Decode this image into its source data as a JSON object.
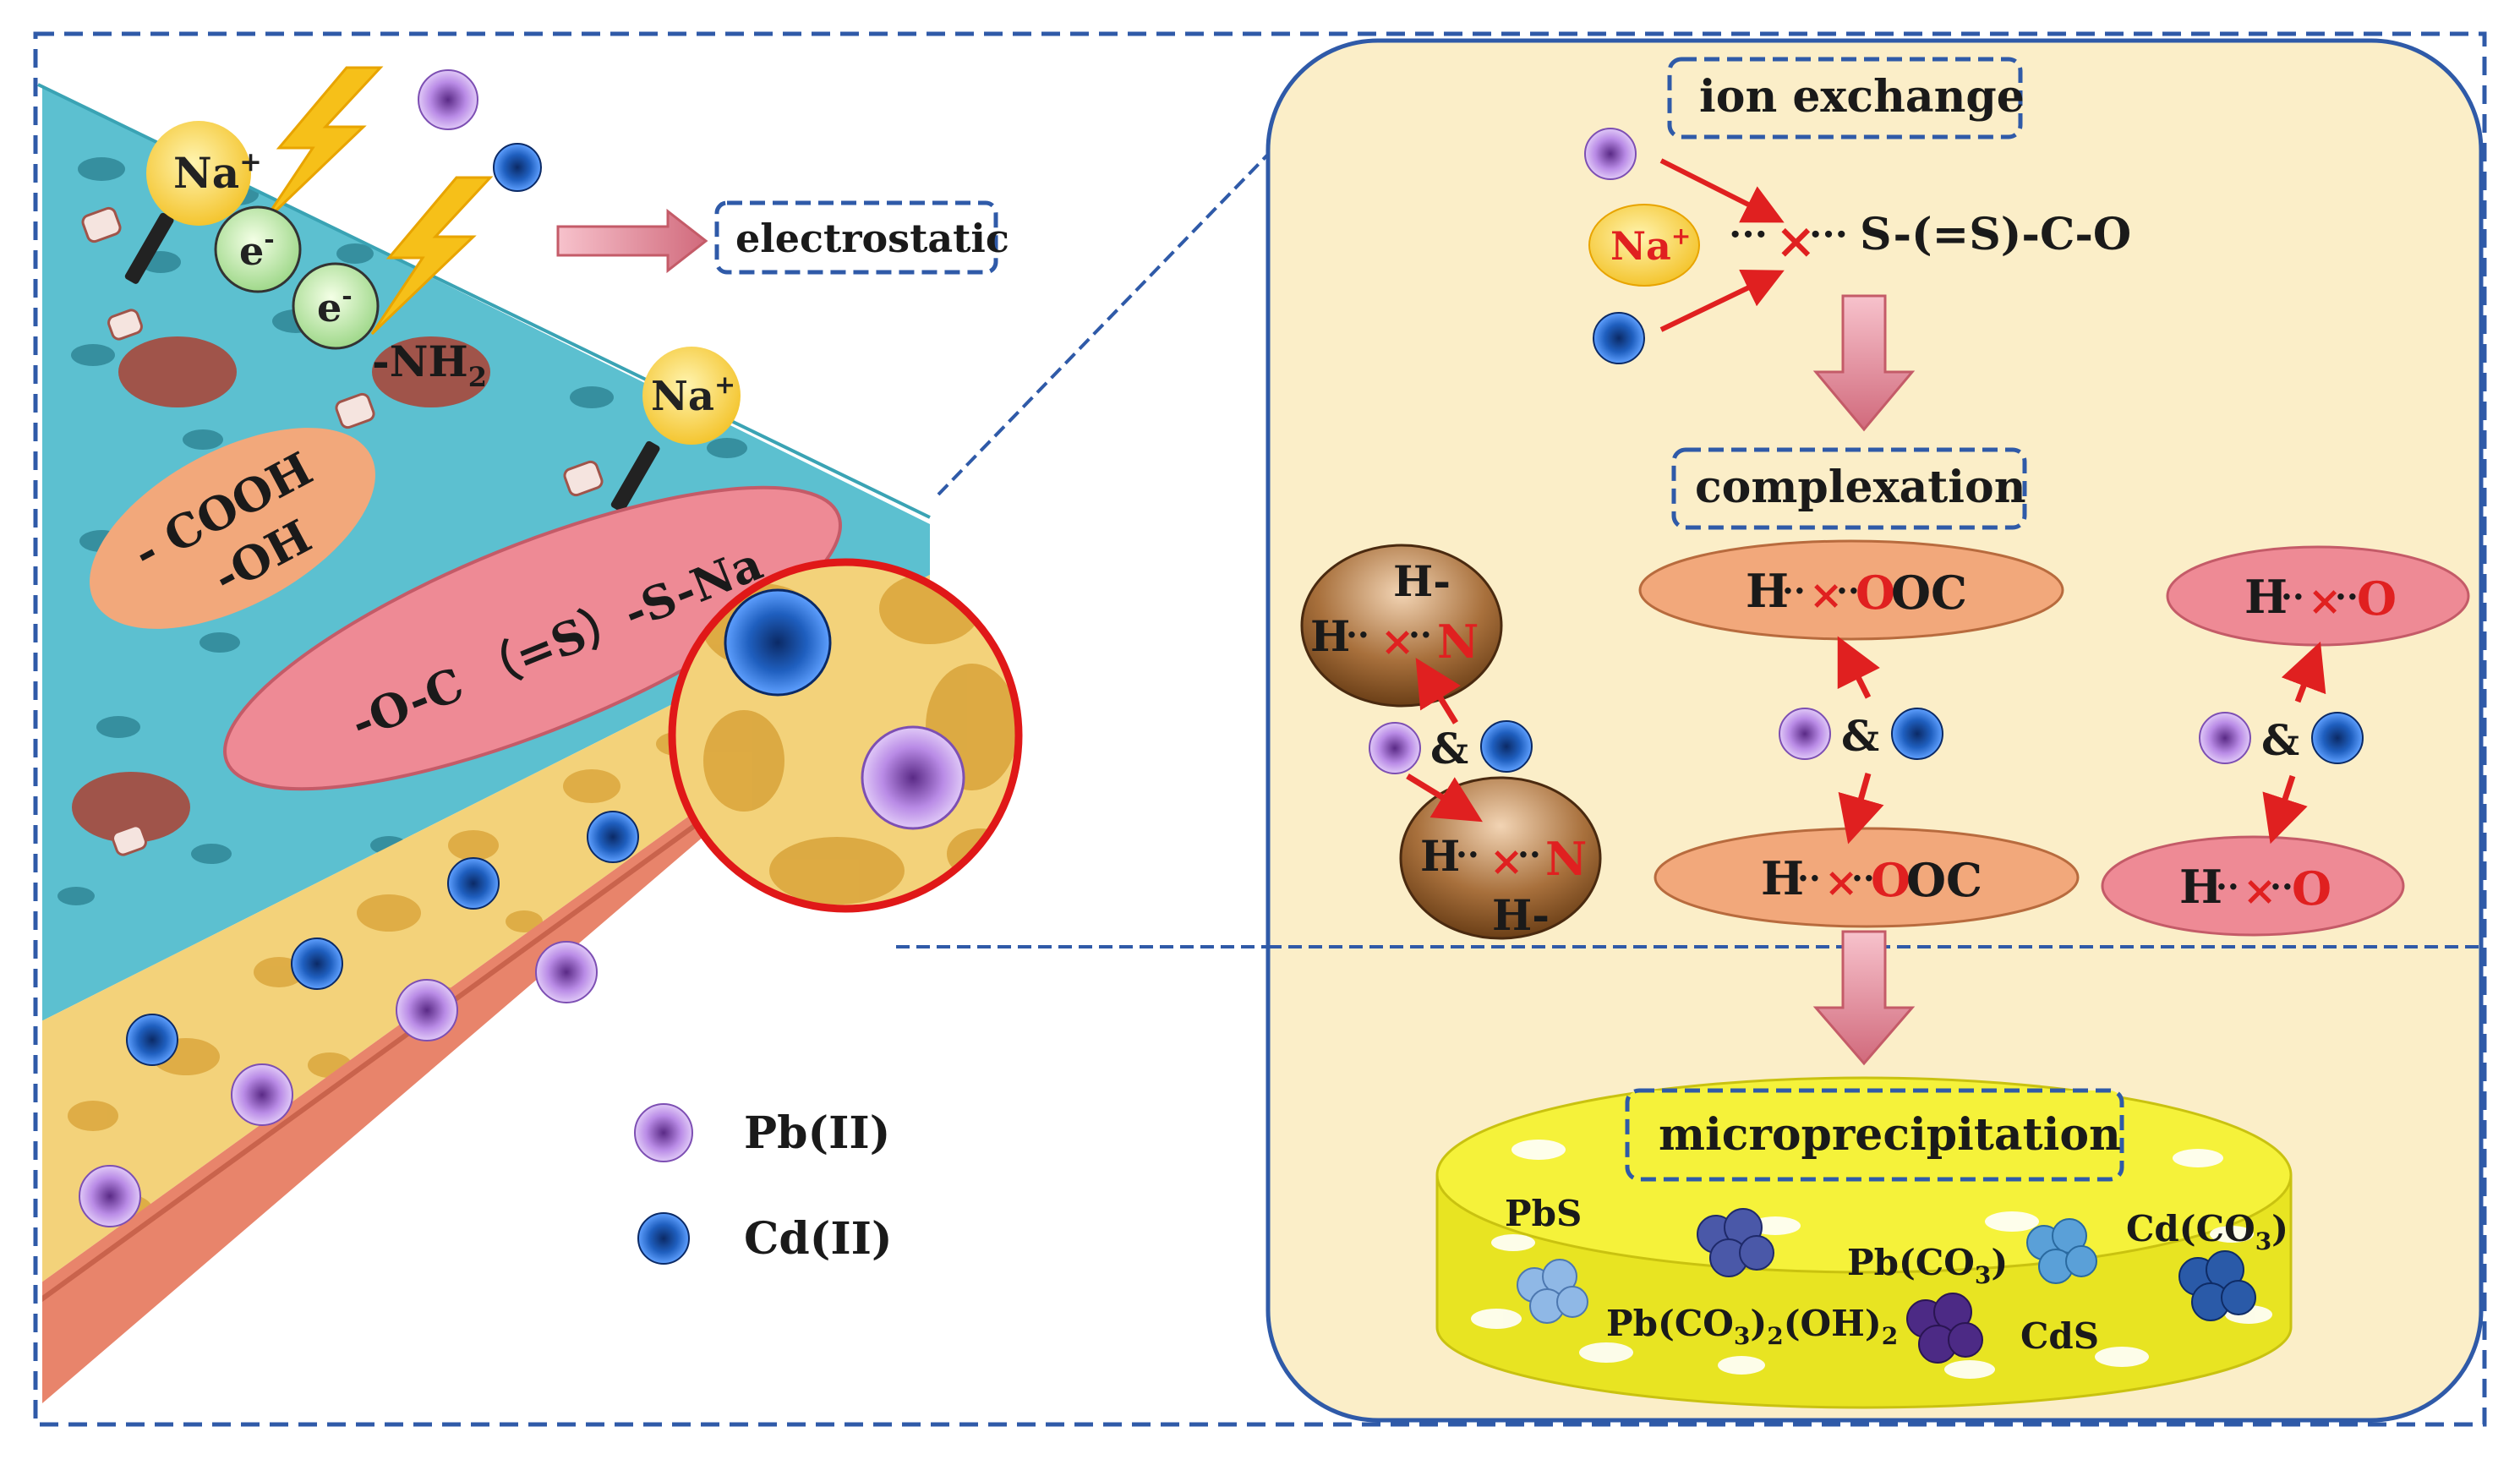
{
  "left": {
    "na_plus": "Na",
    "na_plus_sup": "+",
    "electron": "e",
    "electron_sup": "-",
    "nh2": "-NH",
    "nh2_sub": "2",
    "cooh": "- COOH",
    "oh": "-OH",
    "xanthate": "-O-C （=S）-S-Na",
    "electrostatic": "electrostatic"
  },
  "legend": [
    {
      "label": "Pb(II)",
      "color": "#b98be6"
    },
    {
      "label": "Cd(II)",
      "color": "#1f5fbf"
    }
  ],
  "right": {
    "ion_exchange": "ion exchange",
    "na_plus": "Na",
    "na_plus_sup": "+",
    "dots_left": "···",
    "cross": "×",
    "dots_right": "···",
    "group": "S-(=S)-C-O",
    "complexation": "complexation",
    "h_minus": "H-",
    "h": "H",
    "bond_dots": "··",
    "n": "N",
    "o": "O",
    "oc": "OC",
    "amp": "&",
    "microprecipitation": "microprecipitation",
    "precipitates": {
      "pbs": "PbS",
      "pbco3": "Pb(CO",
      "pbco3_sub": "3",
      "pbco3_tail": ")",
      "pbco3oh": "Pb(CO",
      "pbco3oh_sub1": "3",
      "pbco3oh_mid": ")",
      "pbco3oh_sub2": "2",
      "pbco3oh_mid2": "(OH)",
      "pbco3oh_sub3": "2",
      "cds": "CdS",
      "cdco3": "Cd(CO",
      "cdco3_sub": "3",
      "cdco3_tail": ")"
    }
  },
  "colors": {
    "frame": "#2f5aa8",
    "membrane_top": "#5cc0d0",
    "membrane_mid": "#f3d27a",
    "membrane_bottom": "#e8846b",
    "panel_fill": "#fbeec8",
    "pink_ellipse": "#ee8a95",
    "orange_ellipse": "#f2a87b",
    "brown": "#8a5a2b",
    "arrow_red": "#e02020",
    "cylinder": "#f2ef2e"
  }
}
